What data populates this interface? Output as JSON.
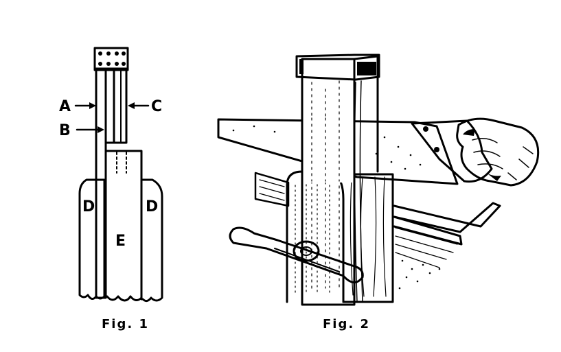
{
  "figure1": {
    "caption": "Fig. 1",
    "labels": {
      "a": "A",
      "b": "B",
      "c": "C",
      "d_left": "D",
      "d_right": "D",
      "e": "E"
    }
  },
  "figure2": {
    "caption": "Fig. 2"
  },
  "colors": {
    "ink": "#000000",
    "paper": "#ffffff"
  }
}
